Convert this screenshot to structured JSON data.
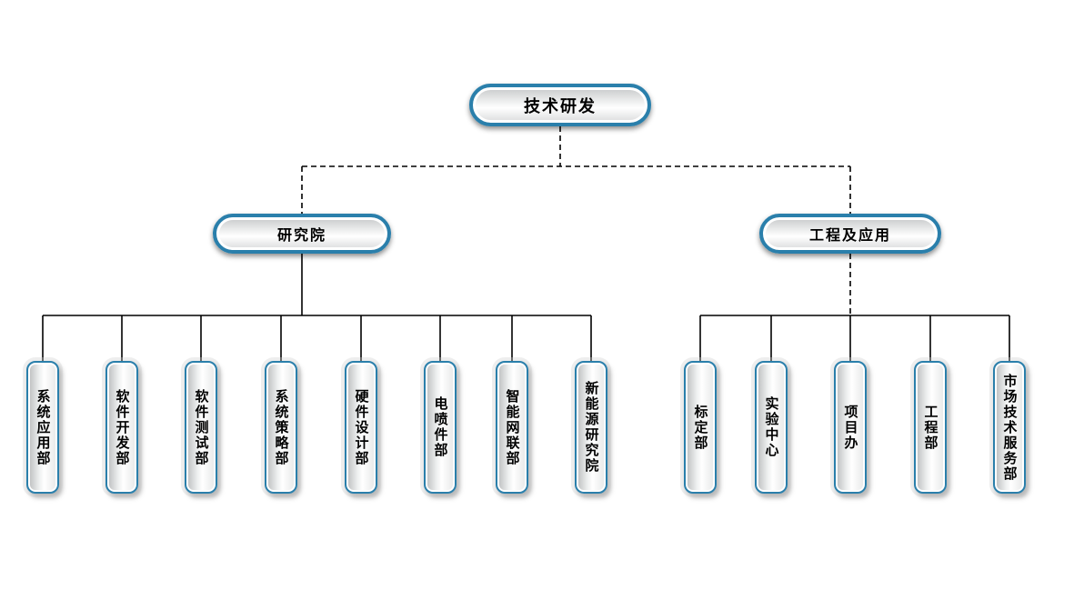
{
  "chart": {
    "type": "org-chart",
    "root": {
      "label": "技术研发"
    },
    "branches": [
      {
        "label": "研究院",
        "children": [
          {
            "label": "系统应用部"
          },
          {
            "label": "软件开发部"
          },
          {
            "label": "软件测试部"
          },
          {
            "label": "系统策略部"
          },
          {
            "label": "硬件设计部"
          },
          {
            "label": "电喷件部"
          },
          {
            "label": "智能网联部"
          },
          {
            "label": "新能源研究院"
          }
        ]
      },
      {
        "label": "工程及应用",
        "children": [
          {
            "label": "标定部"
          },
          {
            "label": "实验中心"
          },
          {
            "label": "项目办"
          },
          {
            "label": "工程部"
          },
          {
            "label": "市场技术服务部"
          }
        ]
      }
    ],
    "colors": {
      "node_border": "#2a7fab",
      "connector": "#000000",
      "fill_light": "#ffffff",
      "fill_shade": "#c6c8c9"
    }
  }
}
